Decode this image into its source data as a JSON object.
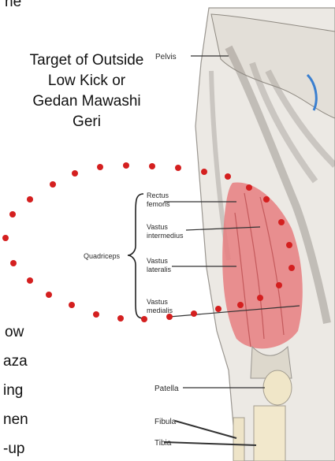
{
  "heading": {
    "line1": "Target of Outside",
    "line2": "Low Kick or",
    "line3": "Gedan Mawashi",
    "line4": "Geri"
  },
  "labels": {
    "pelvis": "Pelvis",
    "rectus_femoris_1": "Rectus",
    "rectus_femoris_2": "femoris",
    "vastus_intermedius_1": "Vastus",
    "vastus_intermedius_2": "intermedius",
    "vastus_lateralis_1": "Vastus",
    "vastus_lateralis_2": "lateralis",
    "vastus_medialis_1": "Vastus",
    "vastus_medialis_2": "medialis",
    "quadriceps": "Quadriceps",
    "patella": "Patella",
    "fibula": "Fibula",
    "tibia": "Tibia"
  },
  "cutoff_text": {
    "top": "ne",
    "line1": "ow",
    "line2": "aza",
    "line3": "ing",
    "line4": "nen",
    "line5": "-up"
  },
  "colors": {
    "quad_highlight": "#e87e80",
    "dots": "#d41f1f"
  }
}
